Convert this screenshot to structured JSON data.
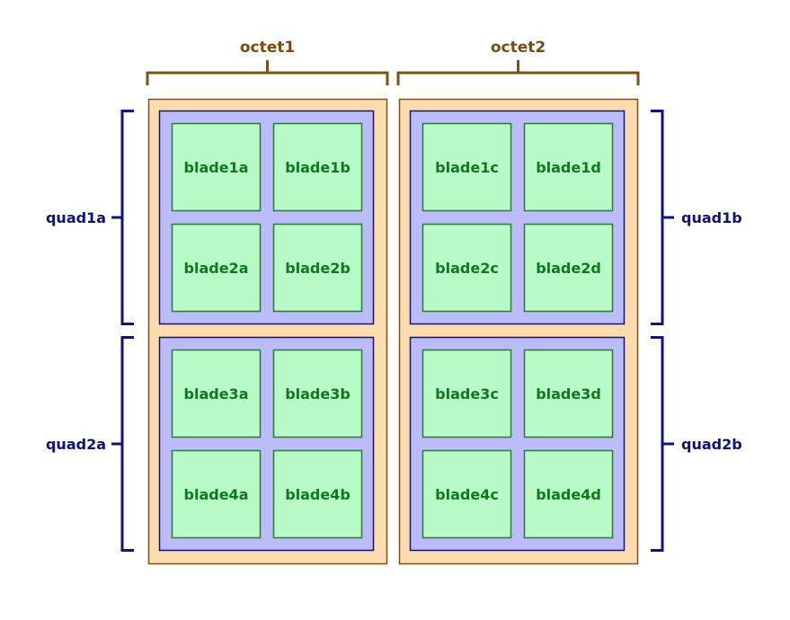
{
  "colors": {
    "octet_fill": "#fedcb0",
    "octet_stroke": "#7a5216",
    "octet_label": "#7a4a0e",
    "quad_fill": "#bcbcfa",
    "quad_stroke": "#12127a",
    "quad_label": "#10107a",
    "blade_fill": "#b8fac8",
    "blade_stroke": "#2a7a3a",
    "blade_label": "#10781e"
  },
  "octets": [
    {
      "label": "octet1",
      "quads": [
        "quad1a",
        "quad2a"
      ]
    },
    {
      "label": "octet2",
      "quads": [
        "quad1b",
        "quad2b"
      ]
    }
  ],
  "quads": {
    "quad1a": {
      "label": "quad1a",
      "blades": [
        "blade1a",
        "blade1b",
        "blade2a",
        "blade2b"
      ]
    },
    "quad2a": {
      "label": "quad2a",
      "blades": [
        "blade3a",
        "blade3b",
        "blade4a",
        "blade4b"
      ]
    },
    "quad1b": {
      "label": "quad1b",
      "blades": [
        "blade1c",
        "blade1d",
        "blade2c",
        "blade2d"
      ]
    },
    "quad2b": {
      "label": "quad2b",
      "blades": [
        "blade3c",
        "blade3d",
        "blade4c",
        "blade4d"
      ]
    }
  }
}
